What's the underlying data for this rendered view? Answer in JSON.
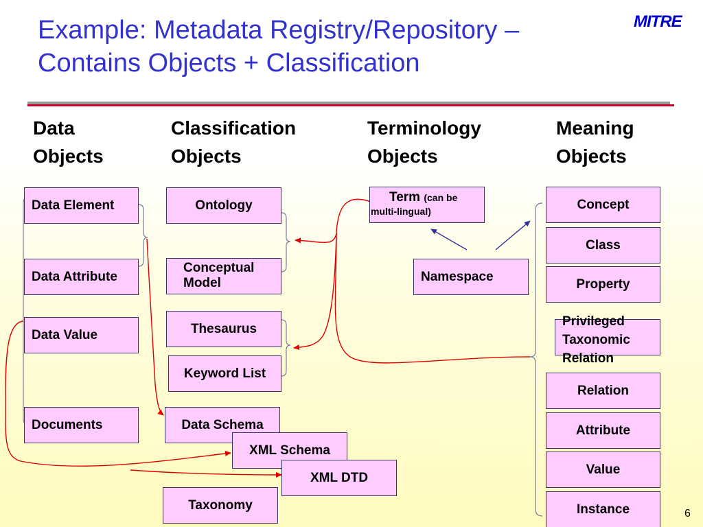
{
  "title": {
    "line1": "Example: Metadata Registry/Repository –",
    "line2": "Contains Objects + Classification"
  },
  "logo_text": "MITRE",
  "colors": {
    "title": "#3333cc",
    "box_fill": "#ffccff",
    "red_connector": "#dd0000",
    "blue_connector": "#333399"
  },
  "columns": [
    {
      "line1": "Data",
      "line2": "Objects"
    },
    {
      "line1": "Classification",
      "line2": "Objects"
    },
    {
      "line1": "Terminology",
      "line2": "Objects"
    },
    {
      "line1": "Meaning",
      "line2": "Objects"
    }
  ],
  "data_objects": [
    "Data Element",
    "Data Attribute",
    "Data Value",
    "Documents"
  ],
  "classification_objects": {
    "ontology": "Ontology",
    "conceptual_model": {
      "line1": "Conceptual",
      "line2": "Model"
    },
    "thesaurus": "Thesaurus",
    "keyword_list": "Keyword List",
    "data_schema": "Data Schema",
    "xml_schema": "XML Schema",
    "xml_dtd": "XML DTD",
    "taxonomy": "Taxonomy"
  },
  "terminology_objects": {
    "term": "Term",
    "term_note_1": "(can be",
    "term_note_2": "multi-lingual)",
    "namespace": "Namespace"
  },
  "meaning_objects": {
    "concept": "Concept",
    "class": "Class",
    "property": "Property",
    "privileged_taxonomic_relation": {
      "line1": "Privileged",
      "line2": "Taxonomic",
      "line3": "Relation"
    },
    "relation": "Relation",
    "attribute": "Attribute",
    "value": "Value",
    "instance": "Instance"
  },
  "page_number": "6"
}
